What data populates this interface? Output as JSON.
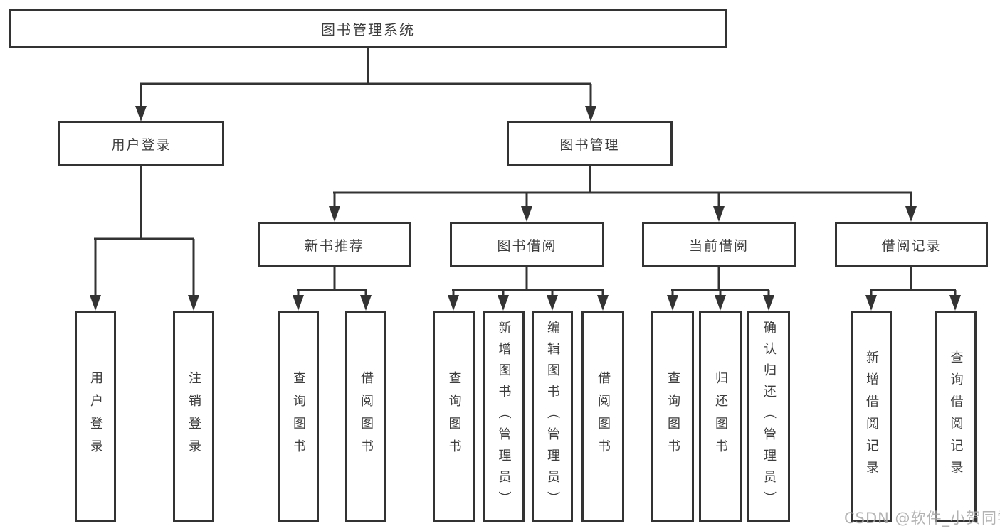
{
  "diagram": {
    "type": "hierarchy-tree",
    "title": "图书管理系统",
    "watermark": "CSDN @软件_小贺同学",
    "colors": {
      "background": "#ffffff",
      "line": "#333333",
      "box_border": "#333333",
      "box_fill": "#ffffff",
      "text": "#3d3d3d",
      "watermark": "#a8a8a8"
    },
    "nodes": {
      "root": "图书管理系统",
      "userLogin": "用户登录",
      "bookMgmt": "图书管理",
      "newBookRec": "新书推荐",
      "bookBorrow": "图书借阅",
      "currentBorrow": "当前借阅",
      "borrowRecord": "借阅记录",
      "leafUserLogin": "用户登录",
      "leafLogout": "注销登录",
      "leafQueryBook1": "查询图书",
      "leafBorrowBook1": "借阅图书",
      "leafQueryBook2": "查询图书",
      "leafAddBook": "新增图书（管理员）",
      "leafEditBook": "编辑图书（管理员）",
      "leafBorrowBook2": "借阅图书",
      "leafQueryBook3": "查询图书",
      "leafReturnBook": "归还图书",
      "leafConfirmReturn": "确认归还（管理员）",
      "leafAddBorrowRecord": "新增借阅记录",
      "leafQueryBorrowRecord": "查询借阅记录"
    },
    "hierarchy": {
      "图书管理系统": {
        "用户登录": [
          "用户登录",
          "注销登录"
        ],
        "图书管理": {
          "新书推荐": [
            "查询图书",
            "借阅图书"
          ],
          "图书借阅": [
            "查询图书",
            "新增图书（管理员）",
            "编辑图书（管理员）",
            "借阅图书"
          ],
          "当前借阅": [
            "查询图书",
            "归还图书",
            "确认归还（管理员）"
          ],
          "借阅记录": [
            "新增借阅记录",
            "查询借阅记录"
          ]
        }
      }
    }
  }
}
